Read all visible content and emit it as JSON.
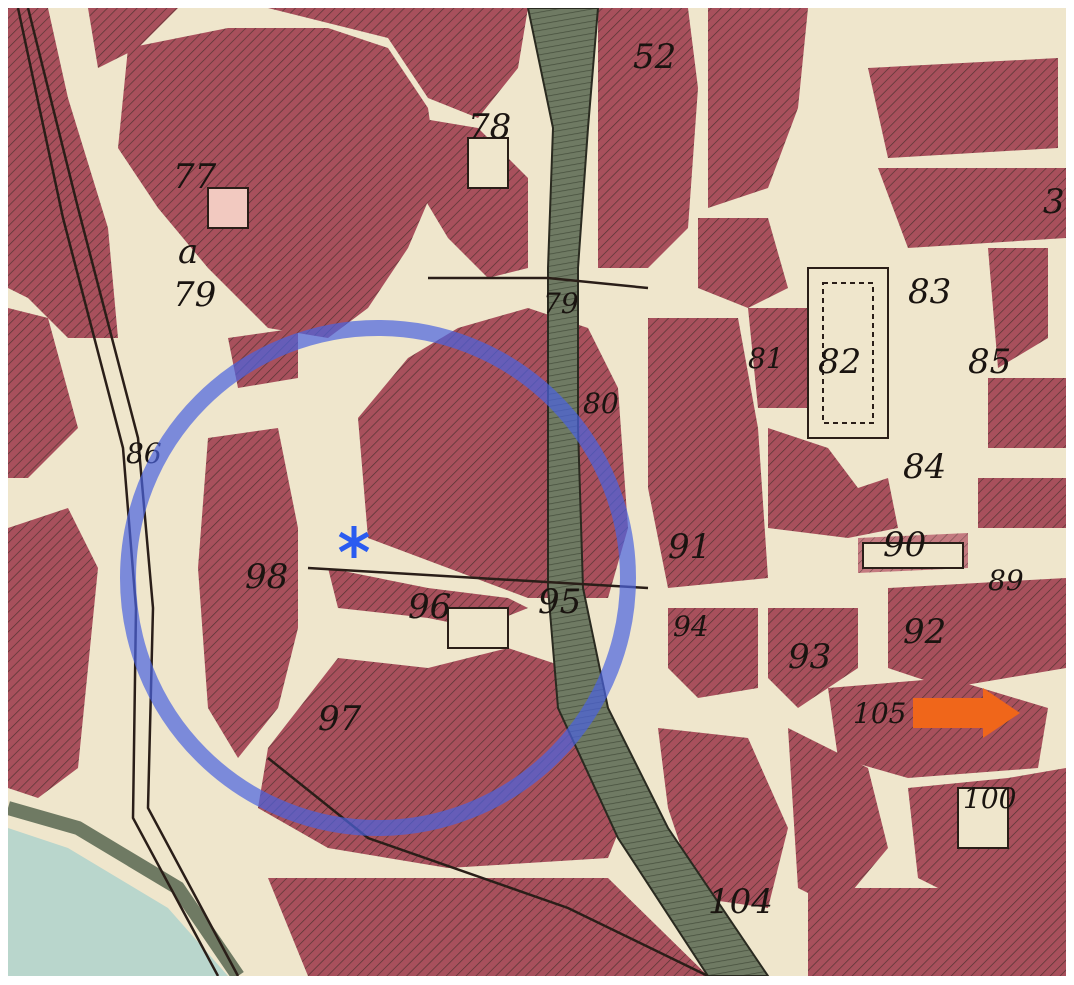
{
  "map": {
    "colors": {
      "paper": "#efe6cc",
      "block": "#a8505c",
      "block_light": "#c47a80",
      "hatch": "#3a2a25",
      "river": "#6f7a63",
      "river_dark": "#3c4433",
      "river_blue": "#b9d6cc",
      "circle": "#4a62e0",
      "star": "#2a5bf0",
      "arrow": "#f0661a"
    },
    "labels": {
      "l52": "52",
      "l78": "78",
      "l77": "77",
      "la": "a",
      "l79a": "79",
      "l79b": "79",
      "l80": "80",
      "l81": "81",
      "l82": "82",
      "l83": "83",
      "l85": "85",
      "l84": "84",
      "l86": "86",
      "l98": "98",
      "l96": "96",
      "l95": "95",
      "l91": "91",
      "l90": "90",
      "l89": "89",
      "l94": "94",
      "l93": "93",
      "l92": "92",
      "l97": "97",
      "l105": "105",
      "l100": "100",
      "l104": "104",
      "l3": "3"
    },
    "annotations": {
      "circle": "highlight-circle",
      "star": "location-star",
      "arrow": "direction-arrow"
    }
  }
}
